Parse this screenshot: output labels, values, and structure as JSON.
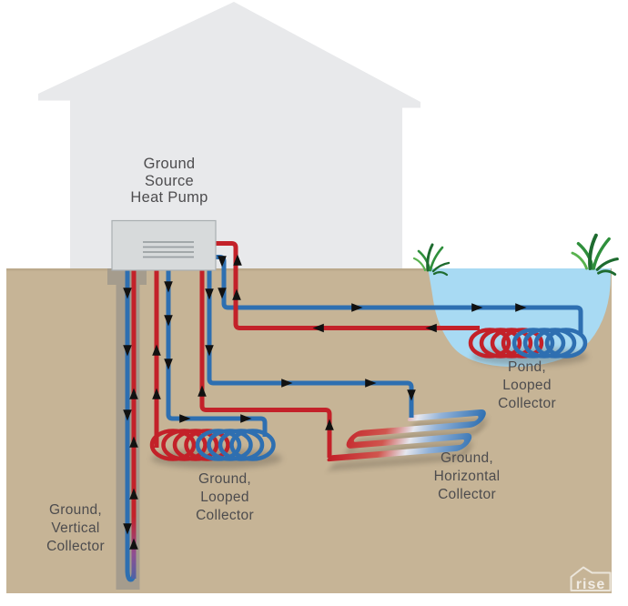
{
  "diagram": {
    "labels": {
      "heat_pump": "Ground\nSource\nHeat Pump",
      "ground_vertical": "Ground,\nVertical\nCollector",
      "ground_looped": "Ground,\nLooped\nCollector",
      "ground_horizontal": "Ground,\nHorizontal\nCollector",
      "pond_looped": "Pond,\nLooped\nCollector"
    },
    "logo_text": "rise",
    "colors": {
      "pipe-red": "#c32129",
      "pipe-blue": "#2e6fb1",
      "pipe-mid": "#e6e7ee",
      "soil": "#c6b496",
      "soil-edge": "#b2a084",
      "pond": "#a8daf3",
      "house": "#e8e9eb",
      "pump-body": "#d7dadb",
      "pump-border": "#a9aeb1",
      "pump-vents": "#9aa0a3",
      "borehole": "#a59c8d",
      "arrow": "#111111",
      "text": "#4d4c4e",
      "grass-dark": "#1e6b2f",
      "grass-mid": "#2f8f3c",
      "grass-light": "#58b24e",
      "shadow": "#5a5248"
    }
  }
}
